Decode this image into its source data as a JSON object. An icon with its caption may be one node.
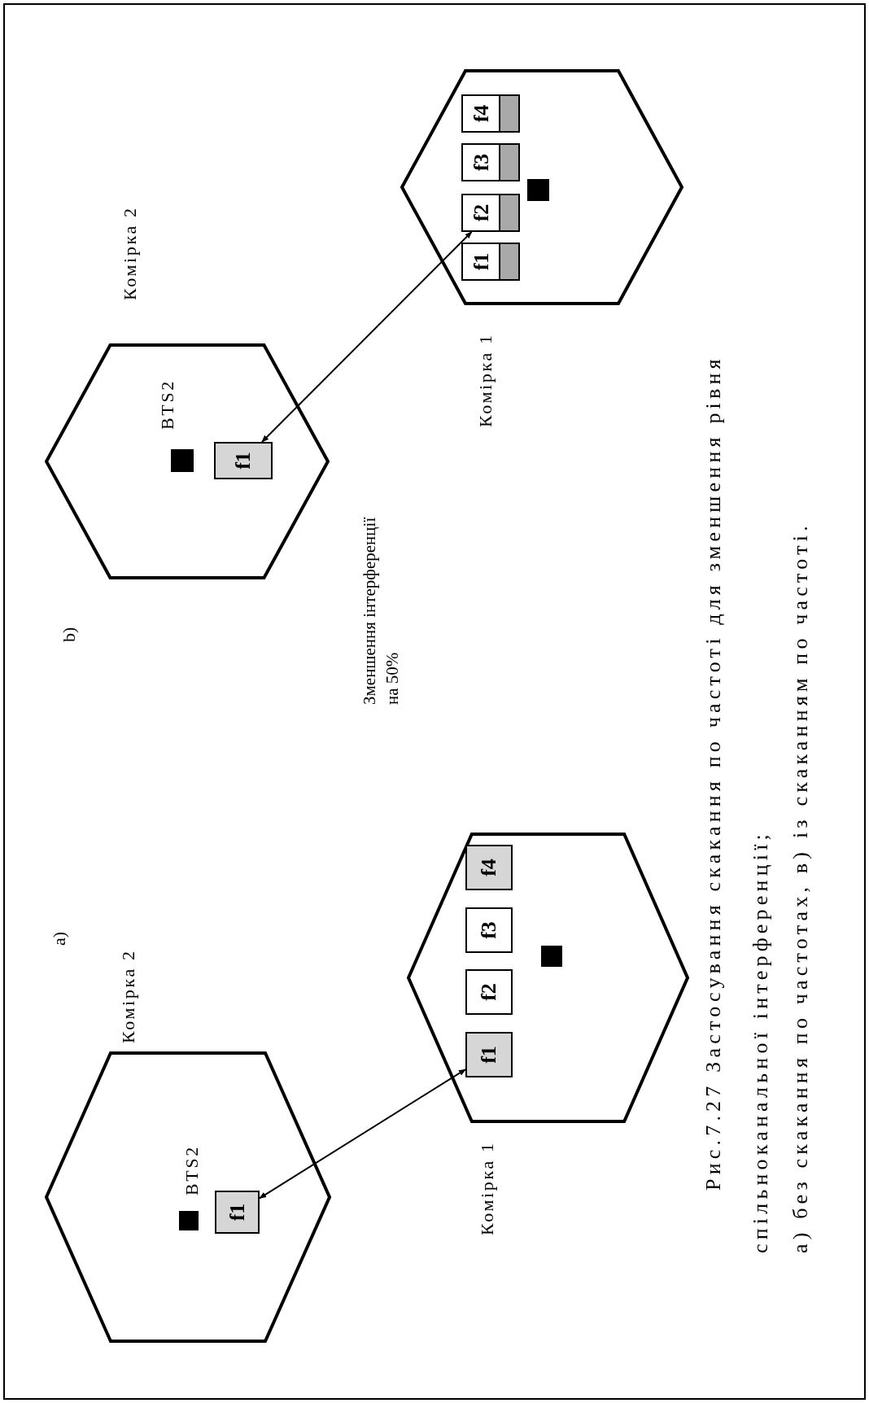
{
  "diagram": {
    "caption": "Рис.7.27 Застосування скакання по частоті для зменшення рівня спільноканальної інтерференції;",
    "nodes": [
      {
        "text": [
          "Комірка 2",
          "BTS2"
        ]
      },
      {
        "text": [
          "f1"
        ],
        "in": 0
      },
      {
        "text": [
          "Комірка 1"
        ]
      },
      {
        "text": [
          "f1"
        ],
        "in": 2
      },
      {
        "text": [
          "f2"
        ],
        "in": 2
      },
      {
        "text": [
          "f3"
        ],
        "in": 2
      },
      {
        "text": [
          "f4"
        ],
        "in": 2
      },
      {
        "text": [
          "Комірка 2",
          "BTS2"
        ]
      },
      {
        "text": [
          "f1"
        ],
        "in": 7
      },
      {
        "text": [
          "Комірка 1"
        ]
      },
      {
        "text": [
          "f1"
        ],
        "in": 9
      },
      {
        "text": [
          "f2"
        ],
        "in": 9
      },
      {
        "text": [
          "f3"
        ],
        "in": 9
      },
      {
        "text": [
          "f4"
        ],
        "in": 9
      }
    ],
    "edges": [
      {
        "from": 1,
        "to": 3,
        "arrow": "both"
      },
      {
        "from": 8,
        "to": 11,
        "arrow": "both"
      }
    ],
    "labels": [
      "a)",
      "b)",
      "Зменшення інтерференції на 50%",
      "а) без скакання по частотах, в) із скаканням по частоті."
    ]
  }
}
